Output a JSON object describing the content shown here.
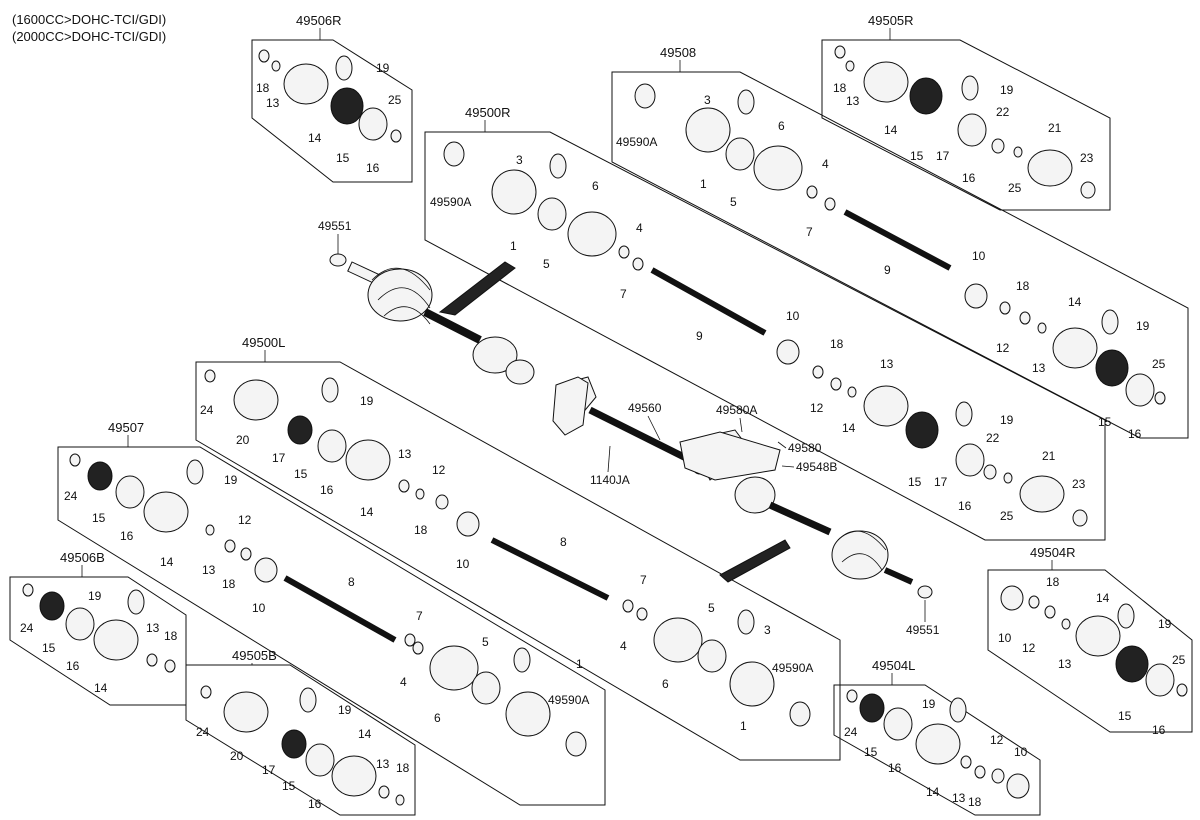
{
  "engine_notes": [
    "(1600CC>DOHC-TCI/GDI)",
    "(2000CC>DOHC-TCI/GDI)"
  ],
  "groups": [
    {
      "id": "49506R",
      "label": "49506R"
    },
    {
      "id": "49505R",
      "label": "49505R"
    },
    {
      "id": "49508",
      "label": "49508"
    },
    {
      "id": "49500R",
      "label": "49500R"
    },
    {
      "id": "49500L",
      "label": "49500L"
    },
    {
      "id": "49507",
      "label": "49507"
    },
    {
      "id": "49506B",
      "label": "49506B"
    },
    {
      "id": "49505B",
      "label": "49505B"
    },
    {
      "id": "49504R",
      "label": "49504R"
    },
    {
      "id": "49504L",
      "label": "49504L"
    }
  ],
  "standalone_labels": [
    "49551",
    "49560",
    "49580A",
    "49580",
    "49548B",
    "1140JA",
    "49551"
  ],
  "callouts": {
    "g49506R": [
      "18",
      "13",
      "14",
      "15",
      "19",
      "25",
      "16"
    ],
    "g49505R": [
      "18",
      "13",
      "14",
      "15",
      "17",
      "19",
      "22",
      "16",
      "21",
      "25",
      "23"
    ],
    "g49508": [
      "49590A",
      "3",
      "1",
      "5",
      "6",
      "4",
      "7",
      "9",
      "10",
      "18",
      "12",
      "14",
      "13",
      "19",
      "25",
      "15",
      "16"
    ],
    "g49500R": [
      "49590A",
      "3",
      "1",
      "5",
      "6",
      "4",
      "7",
      "9",
      "10",
      "18",
      "12",
      "13",
      "14",
      "19",
      "22",
      "15",
      "17",
      "16",
      "21",
      "25",
      "23"
    ],
    "g49500L": [
      "24",
      "20",
      "19",
      "17",
      "15",
      "16",
      "14",
      "13",
      "18",
      "12",
      "10"
    ],
    "g49507": [
      "24",
      "15",
      "16",
      "14",
      "19",
      "13",
      "18",
      "12",
      "10",
      "8",
      "7",
      "4",
      "6",
      "5",
      "3",
      "1",
      "49590A"
    ],
    "g49506B": [
      "24",
      "15",
      "16",
      "14",
      "19",
      "13",
      "18"
    ],
    "g49505B": [
      "24",
      "20",
      "19",
      "17",
      "15",
      "16",
      "14",
      "13",
      "18"
    ],
    "g49504R": [
      "18",
      "10",
      "12",
      "14",
      "13",
      "19",
      "25",
      "15",
      "16"
    ],
    "g49504L": [
      "24",
      "15",
      "16",
      "19",
      "14",
      "13",
      "18",
      "12",
      "10"
    ],
    "mid49507": [
      "8",
      "7",
      "4",
      "5",
      "6",
      "3",
      "1",
      "49590A"
    ]
  }
}
